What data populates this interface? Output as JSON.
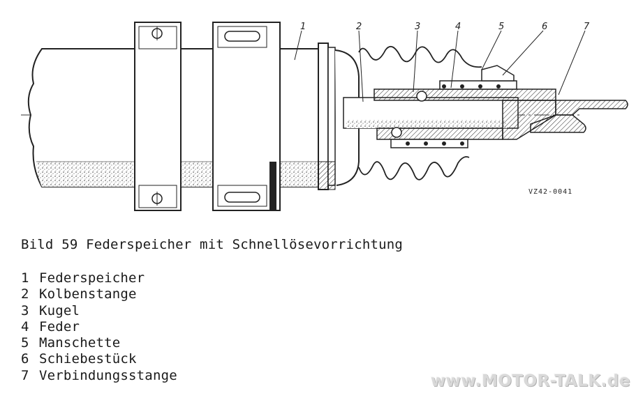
{
  "figure": {
    "callouts": [
      "1",
      "2",
      "3",
      "4",
      "5",
      "6",
      "7"
    ],
    "drawing_code": "VZ42-0041"
  },
  "caption": "Bild 59 Federspeicher mit Schnellösevorrichtung",
  "legend": [
    {
      "num": "1",
      "label": "Federspeicher"
    },
    {
      "num": "2",
      "label": "Kolbenstange"
    },
    {
      "num": "3",
      "label": "Kugel"
    },
    {
      "num": "4",
      "label": "Feder"
    },
    {
      "num": "5",
      "label": "Manschette"
    },
    {
      "num": "6",
      "label": "Schiebestück"
    },
    {
      "num": "7",
      "label": "Verbindungsstange"
    }
  ],
  "watermark": "www.MOTOR-TALK.de"
}
